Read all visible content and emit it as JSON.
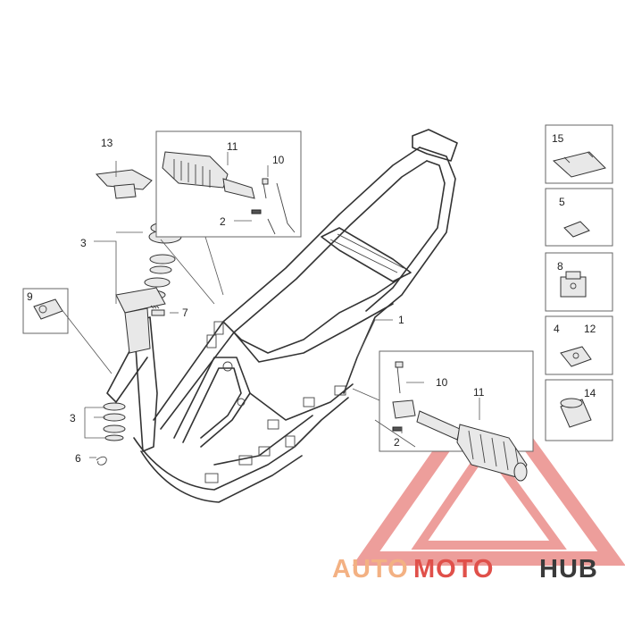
{
  "callouts": {
    "c1": "1",
    "c2a": "2",
    "c2b": "2",
    "c3a": "3",
    "c3b": "3",
    "c6": "6",
    "c7": "7",
    "c9": "9",
    "c10a": "10",
    "c10b": "10",
    "c11a": "11",
    "c11b": "11",
    "c13": "13"
  },
  "side_boxes": [
    {
      "label": "15"
    },
    {
      "label": "5"
    },
    {
      "label": "8"
    },
    {
      "label_left": "4",
      "label_right": "12"
    },
    {
      "label": "14"
    }
  ],
  "watermark": {
    "part1": "AUTO",
    "part2": "MOTO",
    "part3": "HUB",
    "color_orange": "#f3b183",
    "color_red": "#e0504a",
    "color_dark": "#3a3a3a"
  }
}
